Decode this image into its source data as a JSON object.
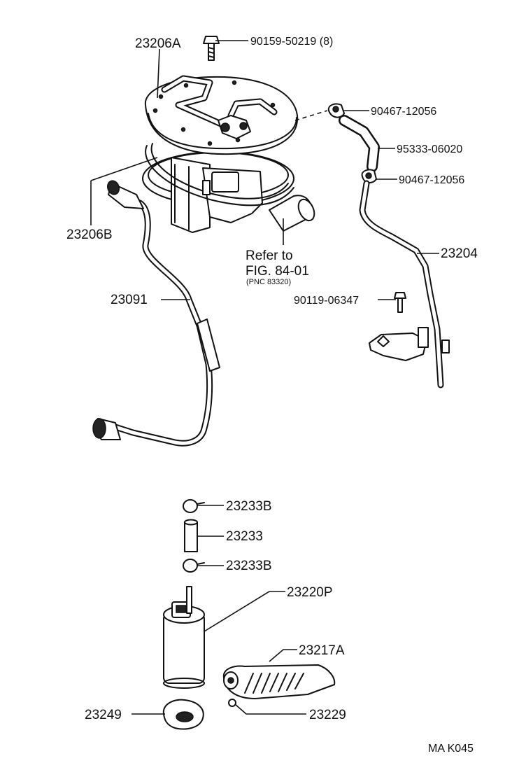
{
  "labels": {
    "p23206A": "23206A",
    "p90159": "90159-50219 (8)",
    "p90467a": "90467-12056",
    "p95333": "95333-06020",
    "p90467b": "90467-12056",
    "p23204": "23204",
    "p23206B": "23206B",
    "refer1": "Refer to",
    "refer2": "FIG. 84-01",
    "refer3": "(PNC 83320)",
    "p90119": "90119-06347",
    "p23091": "23091",
    "p23233B_top": "23233B",
    "p23233": "23233",
    "p23233B_bot": "23233B",
    "p23220P": "23220P",
    "p23217A": "23217A",
    "p23249": "23249",
    "p23229": "23229",
    "code": "MA K045"
  }
}
